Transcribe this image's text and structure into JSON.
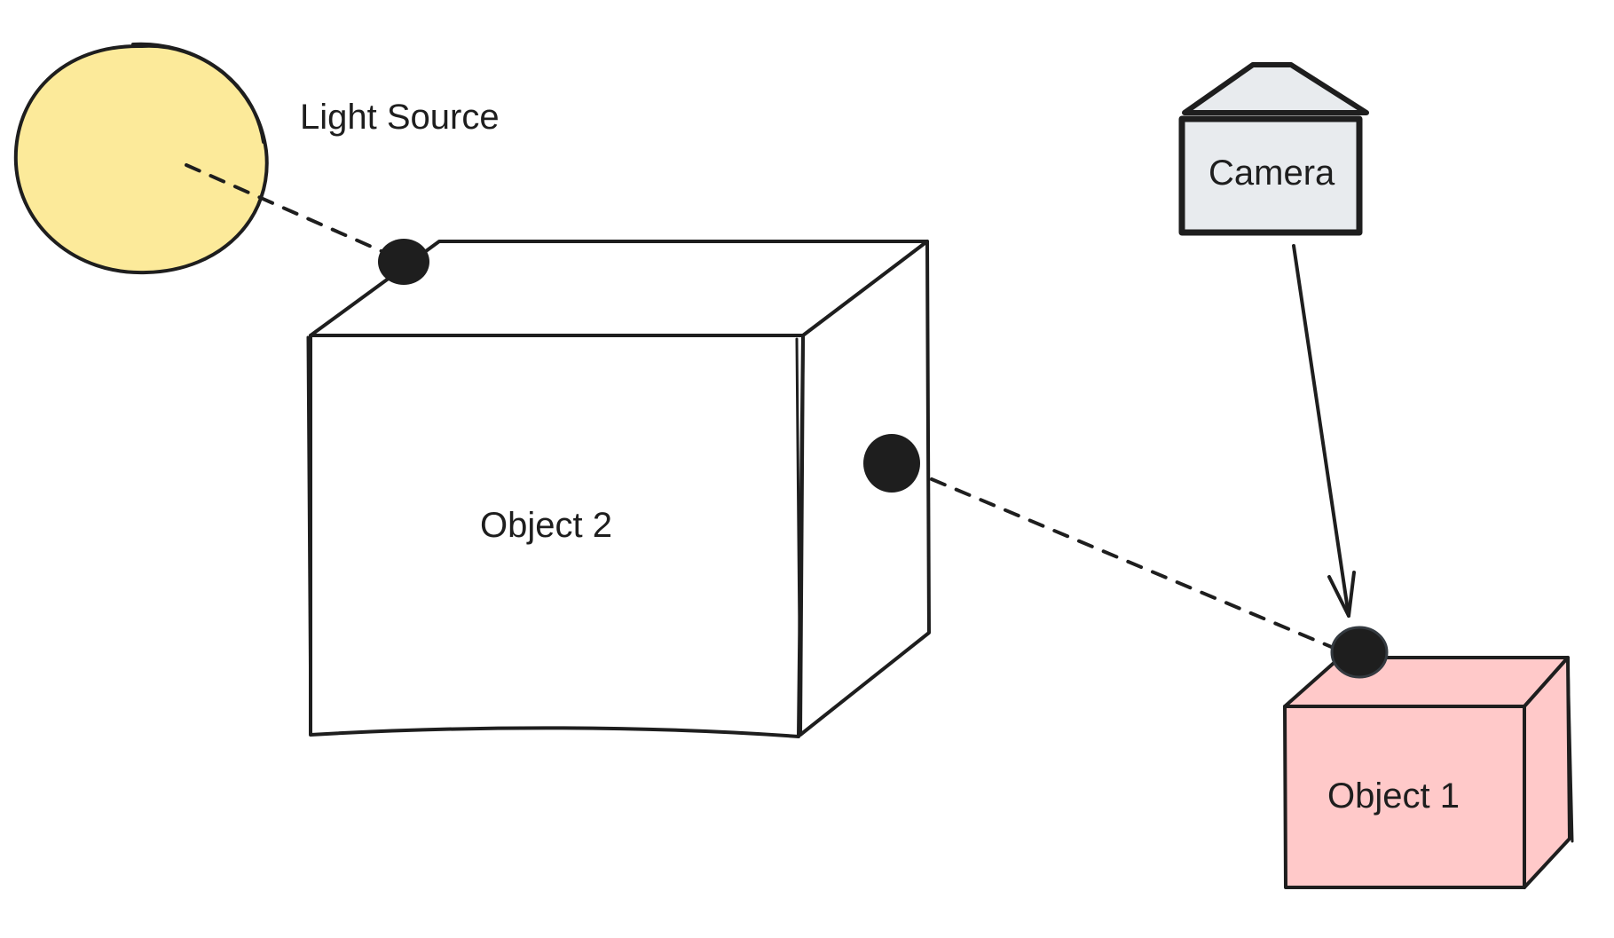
{
  "colors": {
    "ink": "#1e1e1e",
    "light_source_fill": "#fcea9a",
    "camera_fill": "#e8ebee",
    "object1_fill": "#ffc9c9",
    "object2_fill": "#ffffff",
    "background": "#ffffff"
  },
  "nodes": {
    "light_source": {
      "label": "Light Source"
    },
    "camera": {
      "label": "Camera"
    },
    "object2": {
      "label": "Object 2"
    },
    "object1": {
      "label": "Object 1"
    }
  },
  "edges": [
    {
      "from": "light_source",
      "to": "object2",
      "style": "dashed"
    },
    {
      "from": "object2",
      "to": "object1",
      "style": "dashed"
    },
    {
      "from": "camera",
      "to": "object1",
      "style": "solid-arrow"
    }
  ]
}
